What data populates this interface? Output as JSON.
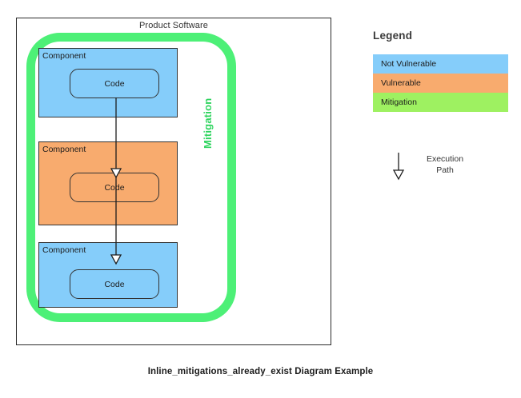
{
  "caption": "Inline_mitigations_already_exist Diagram Example",
  "diagram": {
    "container_title": "Product Software",
    "mitigation_label": "Mitigation",
    "components": [
      {
        "label": "Component",
        "code_label": "Code",
        "status": "Not Vulnerable",
        "color": "#85cdfa"
      },
      {
        "label": "Component",
        "code_label": "Code",
        "status": "Vulnerable",
        "color": "#f8ab6e"
      },
      {
        "label": "Component",
        "code_label": "Code",
        "status": "Not Vulnerable",
        "color": "#85cdfa"
      }
    ]
  },
  "legend": {
    "title": "Legend",
    "rows": [
      {
        "label": "Not Vulnerable",
        "color": "#85cdfa"
      },
      {
        "label": "Vulnerable",
        "color": "#f8ab6e"
      },
      {
        "label": "Mitigation",
        "color": "#9ef161"
      }
    ],
    "execution_path": {
      "line1": "Execution",
      "line2": "Path"
    }
  },
  "colors": {
    "not_vulnerable": "#85cdfa",
    "vulnerable": "#f8ab6e",
    "mitigation_swatch": "#9ef161",
    "mitigation_ring": "#4df077",
    "mitigation_text": "#2fd45f",
    "stroke": "#333333",
    "background": "#ffffff"
  }
}
